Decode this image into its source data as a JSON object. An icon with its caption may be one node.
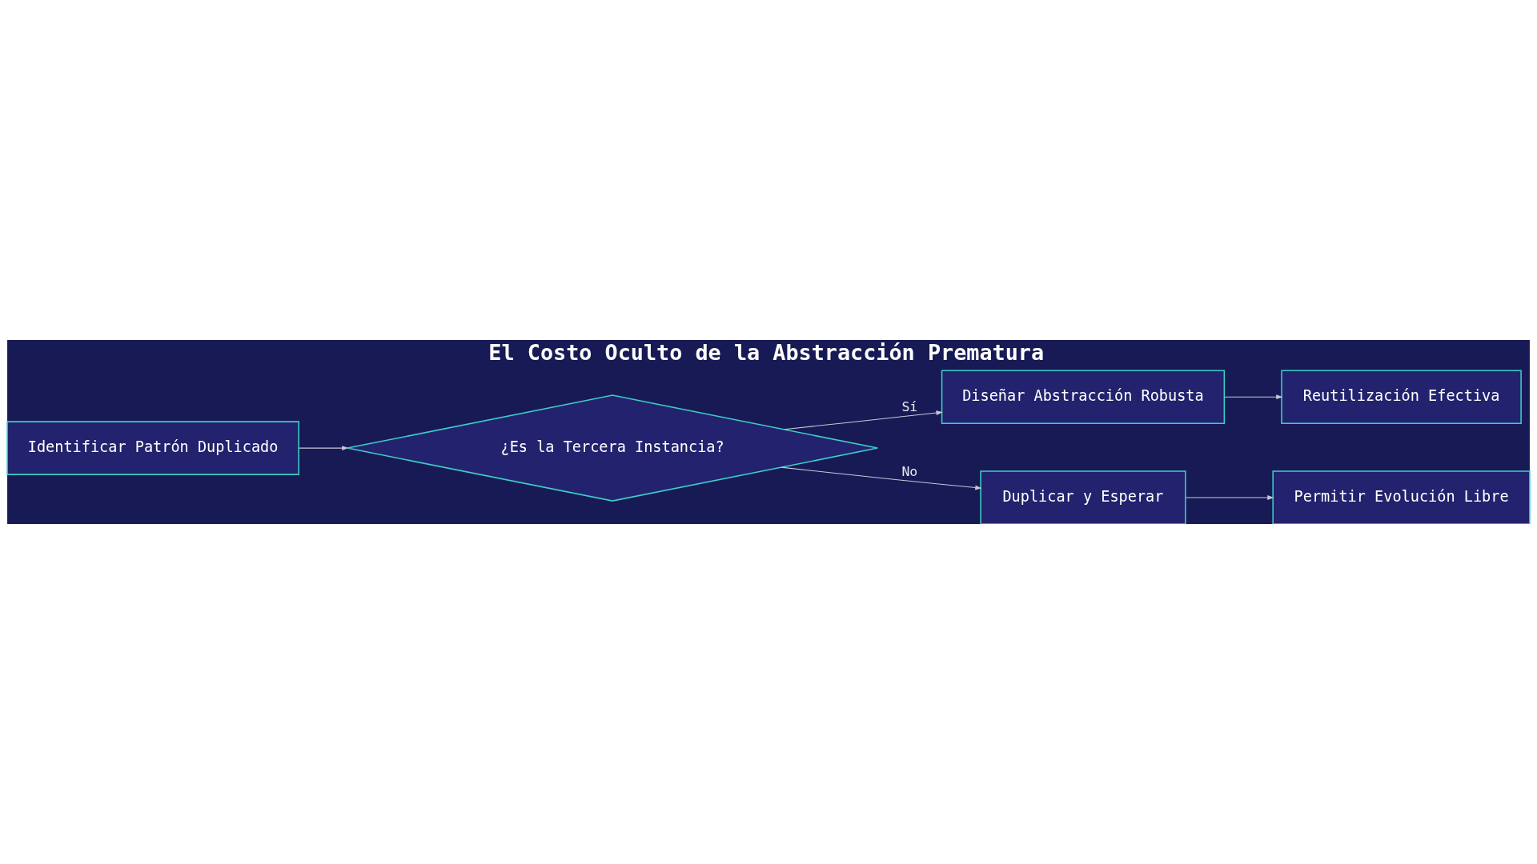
{
  "diagram": {
    "title": "El Costo Oculto de la Abstracción Prematura",
    "nodes": [
      {
        "text": [
          "Identificar Patrón Duplicado"
        ]
      },
      {
        "text": [
          "¿Es la Tercera Instancia?"
        ]
      },
      {
        "text": [
          "Diseñar Abstracción Robusta"
        ]
      },
      {
        "text": [
          "Reutilización Efectiva"
        ]
      },
      {
        "text": [
          "Duplicar y Esperar"
        ]
      },
      {
        "text": [
          "Permitir Evolución Libre"
        ]
      }
    ],
    "edges": [
      {
        "from": 0,
        "to": 1,
        "arrow": "to"
      },
      {
        "from": 1,
        "to": 2,
        "arrow": "to",
        "label": "Sí"
      },
      {
        "from": 2,
        "to": 3,
        "arrow": "to"
      },
      {
        "from": 1,
        "to": 4,
        "arrow": "to",
        "label": "No"
      },
      {
        "from": 4,
        "to": 5,
        "arrow": "to"
      }
    ]
  }
}
